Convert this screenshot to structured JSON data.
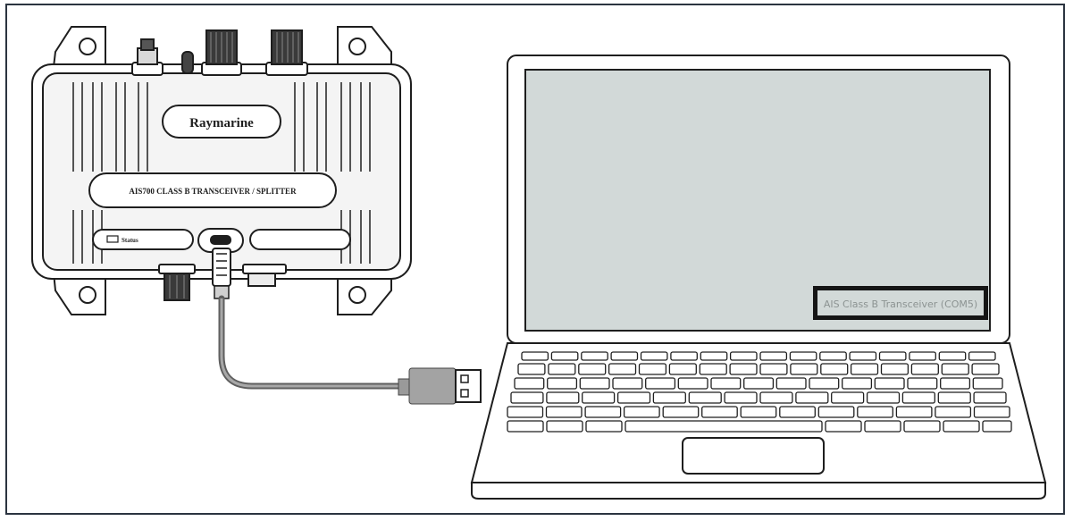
{
  "device": {
    "brand": "Raymarine",
    "model_label": "AIS700 CLASS B TRANSCEIVER / SPLITTER",
    "status_label": "Status"
  },
  "laptop": {
    "screen_notification": "AIS Class B Transceiver (COM5)"
  }
}
